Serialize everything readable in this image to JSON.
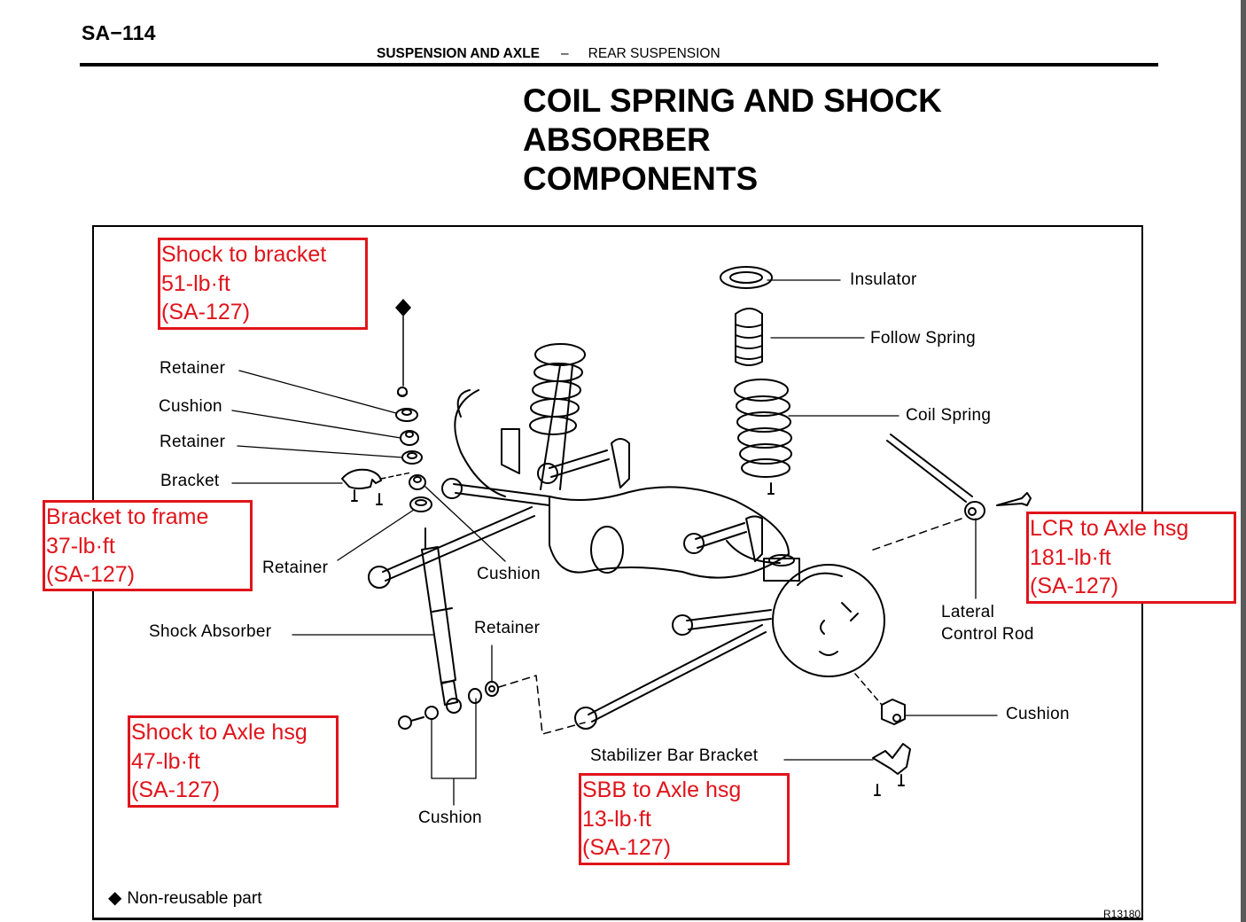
{
  "header": {
    "page_number": "SA−114",
    "section": "SUSPENSION AND AXLE",
    "separator": "–",
    "subsection": "REAR SUSPENSION"
  },
  "title": {
    "lines": [
      "COIL SPRING AND SHOCK",
      "ABSORBER",
      "COMPONENTS"
    ]
  },
  "figure": {
    "ref_code": "R13180",
    "legend": {
      "icon": "◆",
      "label": "Non-reusable part"
    },
    "part_labels": {
      "insulator": "Insulator",
      "follow_spring": "Follow Spring",
      "coil_spring": "Coil Spring",
      "retainer_top": "Retainer",
      "cushion_top": "Cushion",
      "retainer_mid": "Retainer",
      "bracket": "Bracket",
      "retainer_lower": "Retainer",
      "cushion_center": "Cushion",
      "shock_absorber": "Shock Absorber",
      "retainer_bottom": "Retainer",
      "cushion_bottom": "Cushion",
      "lateral_control_rod_line1": "Lateral",
      "lateral_control_rod_line2": "Control Rod",
      "cushion_right": "Cushion",
      "stabilizer_bar_bracket": "Stabilizer Bar Bracket"
    },
    "non_reusable_marker": "◆"
  },
  "torque_notes": [
    {
      "label": "Shock to bracket",
      "torque": "51-lb·ft",
      "ref": "(SA-127)"
    },
    {
      "label": "Bracket to frame",
      "torque": "37-lb·ft",
      "ref": "(SA-127)"
    },
    {
      "label": "LCR to Axle hsg",
      "torque": "181-lb·ft",
      "ref": "(SA-127)"
    },
    {
      "label": "Shock to Axle hsg",
      "torque": "47-lb·ft",
      "ref": "(SA-127)"
    },
    {
      "label": "SBB to Axle hsg",
      "torque": "13-lb·ft",
      "ref": "(SA-127)"
    }
  ],
  "colors": {
    "annotation_red": "#e0141b",
    "ink": "#000000"
  }
}
